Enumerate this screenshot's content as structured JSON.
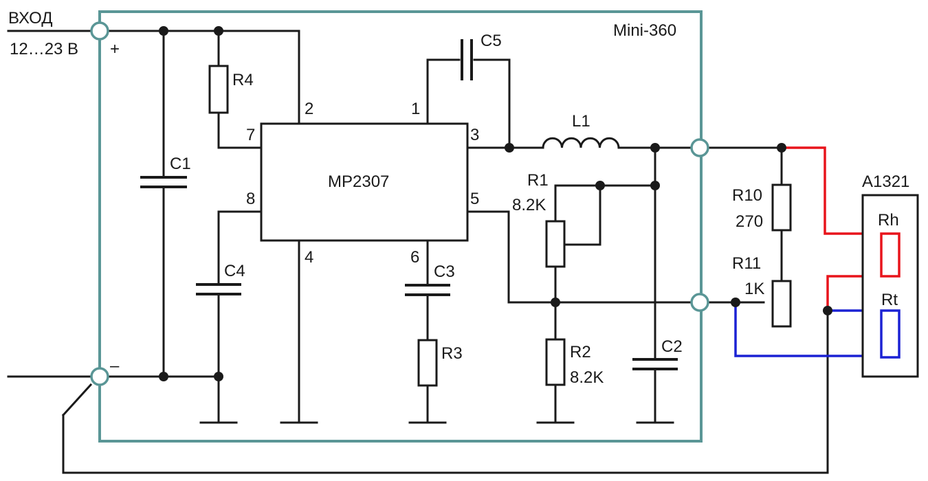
{
  "input": {
    "label": "ВХОД",
    "voltage": "12…23 В",
    "plus": "+",
    "minus": "–"
  },
  "module": {
    "name": "Mini-360"
  },
  "chip": {
    "name": "MP2307",
    "pins": {
      "p1": "1",
      "p2": "2",
      "p3": "3",
      "p4": "4",
      "p5": "5",
      "p6": "6",
      "p7": "7",
      "p8": "8"
    }
  },
  "components": {
    "c1": "C1",
    "c2": "C2",
    "c3": "C3",
    "c4": "C4",
    "c5": "C5",
    "r1": "R1",
    "r1_value": "8.2K",
    "r2": "R2",
    "r2_value": "8.2K",
    "r3": "R3",
    "r4": "R4",
    "r10": "R10",
    "r10_value": "270",
    "r11": "R11",
    "r11_value": "1K",
    "l1": "L1"
  },
  "sensor": {
    "name": "A1321",
    "heater": "Rh",
    "thermistor": "Rt"
  },
  "colors": {
    "module_outline": "#5a9696",
    "wire": "#1a1a1a",
    "heater_wire": "#e8141b",
    "sensor_wire": "#1b22d4"
  }
}
